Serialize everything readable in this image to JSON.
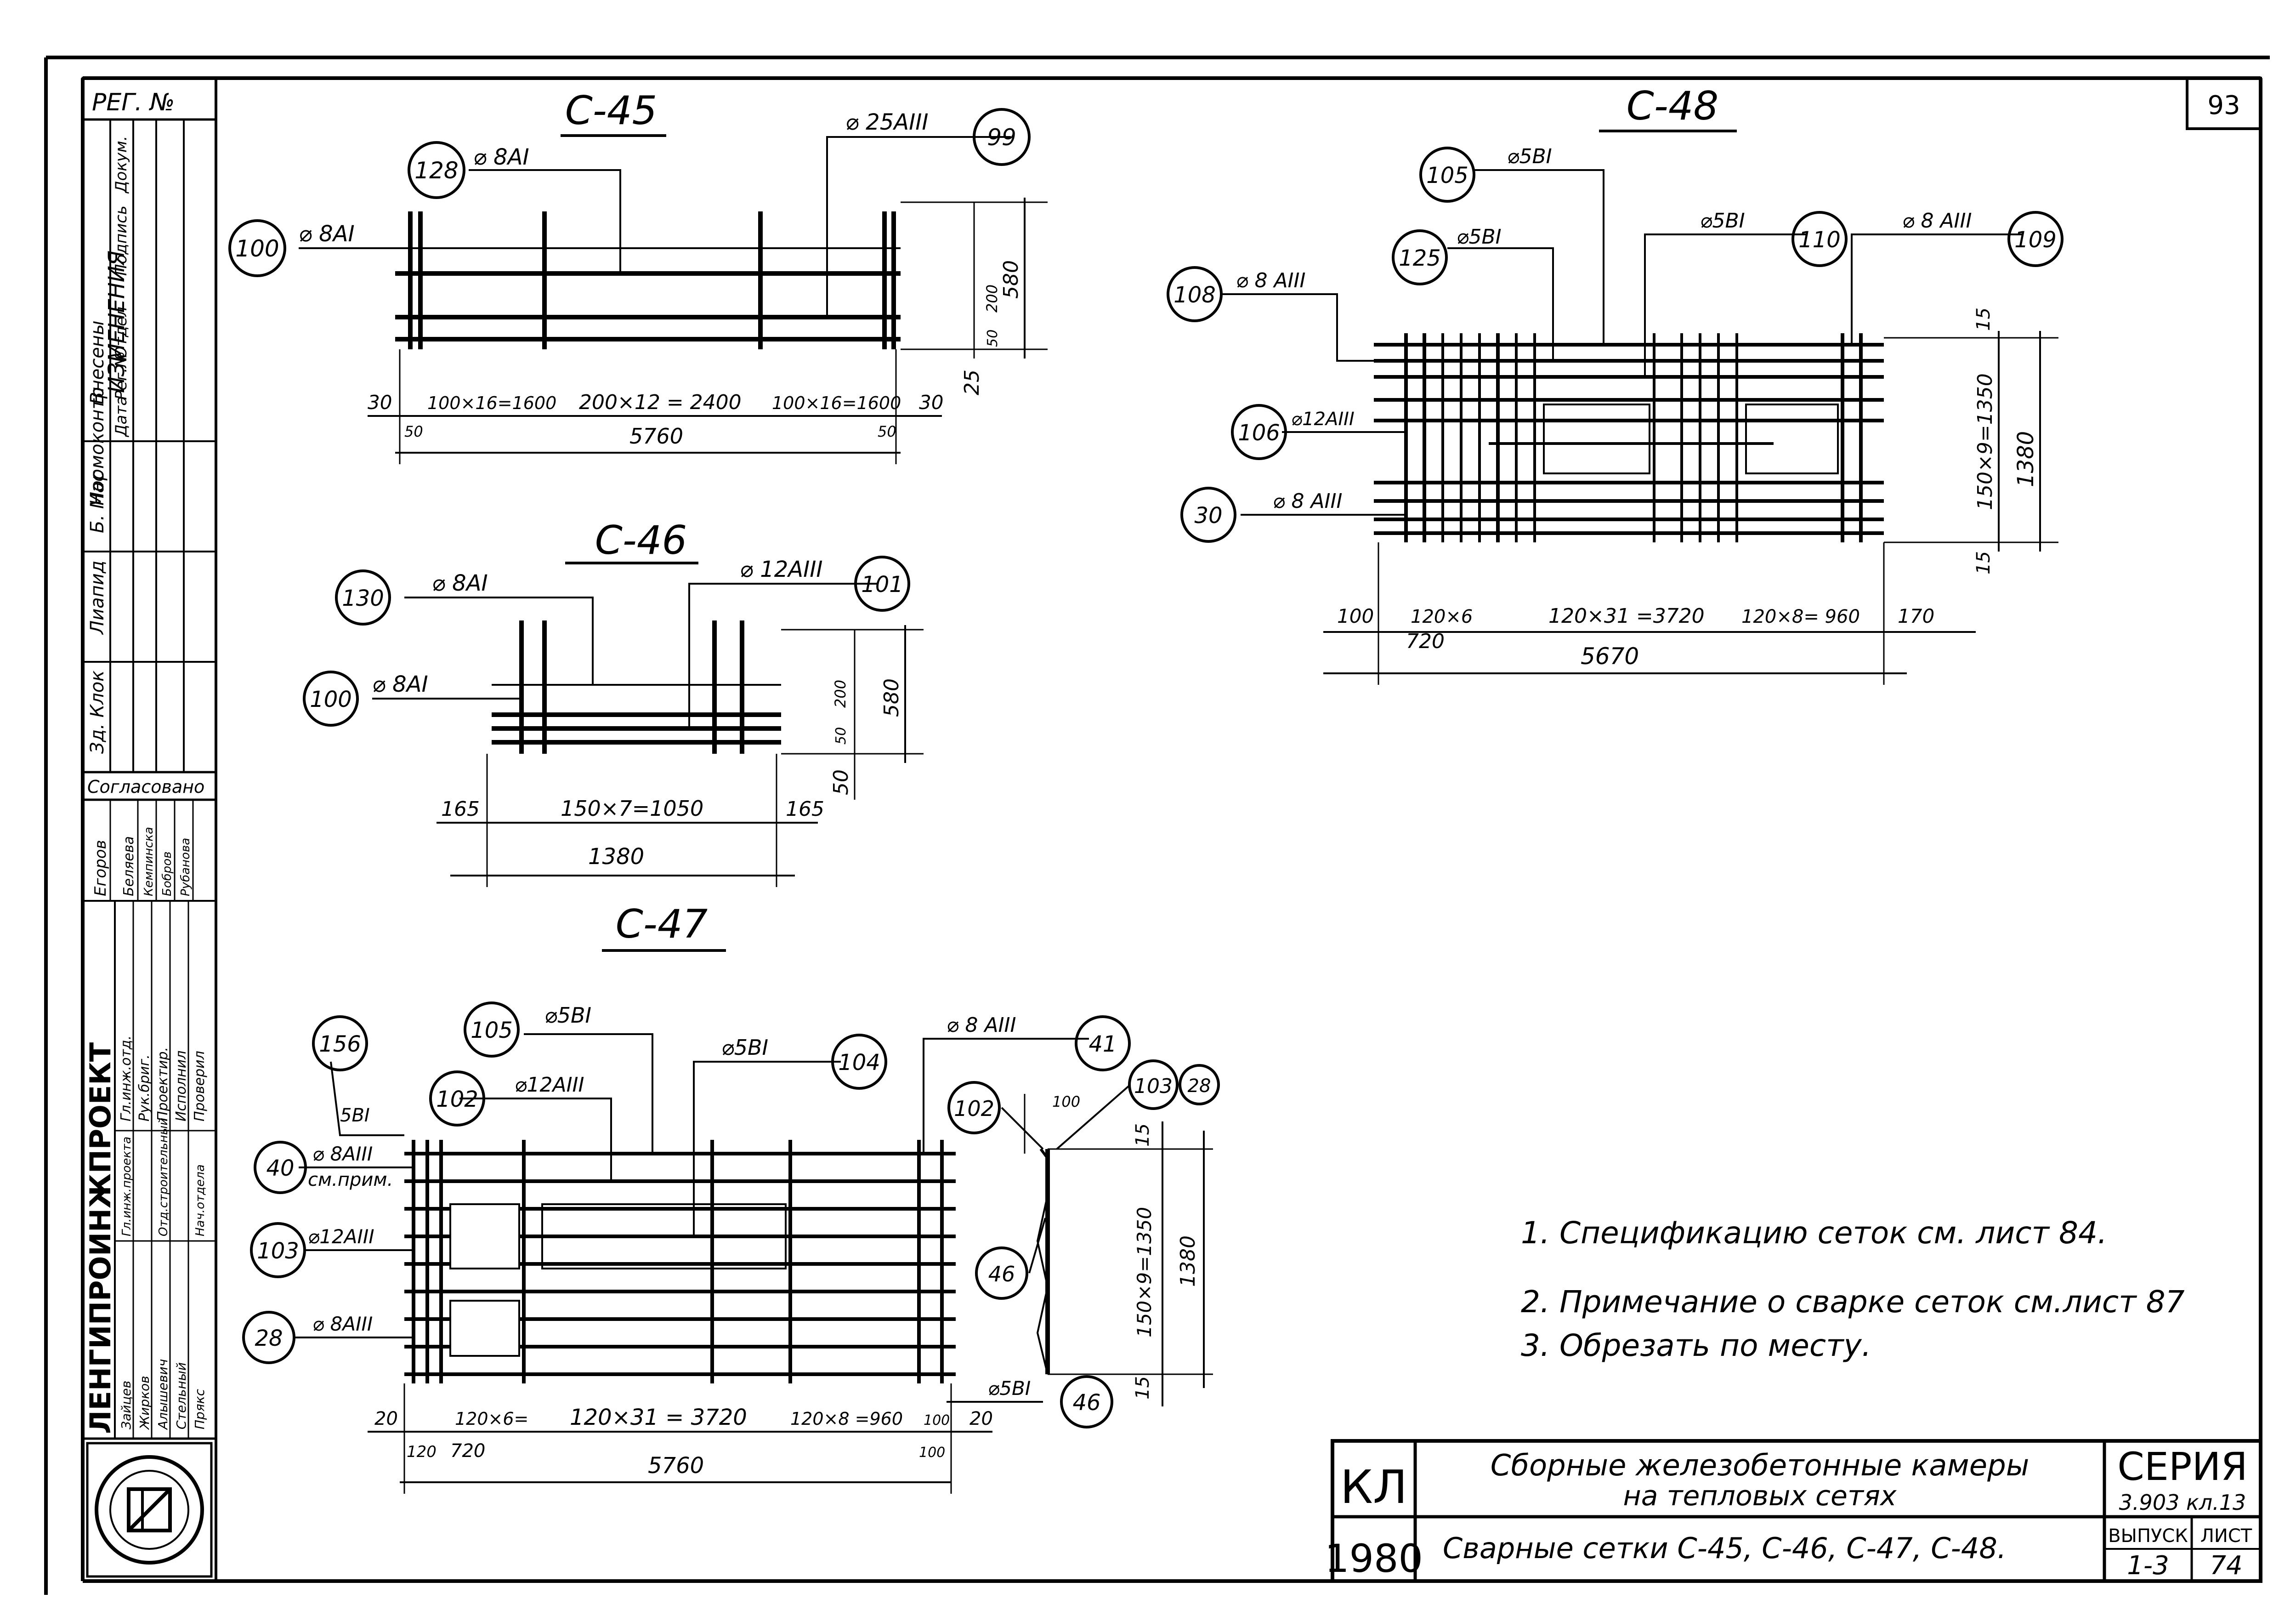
{
  "page_number": "93",
  "sheet": {
    "reg_label": "РЕГ. №",
    "changes_header": "ИЗМЕНЕНИЯ",
    "changes_sub": [
      "Внесены",
      "Нормоконтр"
    ],
    "changes_cols": [
      "Дата",
      "Рег.№",
      "Отдел",
      "Подпись",
      "Докум."
    ],
    "signature_entries": [
      "Зд. Клок",
      "Лиапид",
      "Б. Мас"
    ],
    "agreed_label": "Согласовано",
    "agreed_names": [
      "Егоров",
      "Беляева",
      "Кемпинска",
      "Бобров",
      "Рубанова"
    ],
    "org_name": "ЛЕНГИПРОИНЖПРОЕКТ",
    "roles": [
      "Гл.инж.отд.",
      "Рук.бриг.",
      "Проектир.",
      "Исполнил",
      "Проверил"
    ],
    "role_names": [
      "Зайцев",
      "Жирков",
      "Алышевич",
      "Стельный",
      "Прякс"
    ],
    "side_roles": [
      "Гл.инж.проекта",
      "Отд.строительный",
      "Нач.отдела"
    ]
  },
  "drawings": {
    "c45": {
      "title": "С-45",
      "bar_marks": [
        {
          "num": "100",
          "label": "⌀ 8АI"
        },
        {
          "num": "128",
          "label": "⌀ 8АI"
        },
        {
          "num": "99",
          "label": "⌀ 25АIII"
        }
      ],
      "dims_bottom": [
        "30",
        "100×16=1600",
        "200×12 = 2400",
        "100×16=1600",
        "30",
        "50",
        "50",
        "5760"
      ],
      "dims_right": [
        "200",
        "580",
        "25",
        "50"
      ]
    },
    "c46": {
      "title": "С-46",
      "bar_marks": [
        {
          "num": "130",
          "label": "⌀ 8АI"
        },
        {
          "num": "100",
          "label": "⌀ 8АI"
        },
        {
          "num": "101",
          "label": "⌀ 12АIII"
        }
      ],
      "dims_bottom": [
        "165",
        "150×7=1050",
        "165",
        "1380"
      ],
      "dims_right": [
        "200",
        "580",
        "50",
        "50"
      ]
    },
    "c47": {
      "title": "С-47",
      "bar_marks": [
        {
          "num": "156",
          "label": "5BI"
        },
        {
          "num": "105",
          "label": "⌀5BI"
        },
        {
          "num": "102",
          "label": "⌀12АIII"
        },
        {
          "num": "104",
          "label": "⌀5BI"
        },
        {
          "num": "41",
          "label": "⌀ 8 АIII"
        },
        {
          "num": "40",
          "label": "⌀ 8АIII"
        },
        {
          "num": "103",
          "label": "⌀12АIII"
        },
        {
          "num": "28",
          "label": "⌀ 8АIII"
        },
        {
          "num": "46",
          "label": "⌀5BI"
        }
      ],
      "note_label": "см.прим.",
      "section_marks": [
        "102",
        "103",
        "28",
        "46"
      ],
      "dims_bottom": [
        "20",
        "120×6=",
        "120×31 = 3720",
        "120×8 =960",
        "100",
        "20",
        "120",
        "720",
        "100",
        "5760"
      ],
      "dims_section": [
        "100",
        "15",
        "150×9=1350",
        "1380",
        "15"
      ]
    },
    "c48": {
      "title": "С-48",
      "bar_marks": [
        {
          "num": "105",
          "label": "⌀5BI"
        },
        {
          "num": "125",
          "label": "⌀5BI"
        },
        {
          "num": "108",
          "label": "⌀ 8 АIII"
        },
        {
          "num": "110",
          "label": "⌀5BI"
        },
        {
          "num": "109",
          "label": "⌀ 8 АIII"
        },
        {
          "num": "106",
          "label": "⌀12АIII"
        },
        {
          "num": "30",
          "label": "⌀ 8 АIII"
        }
      ],
      "dims_bottom": [
        "100",
        "120×6",
        "120×31 =3720",
        "120×8= 960",
        "170",
        "720",
        "5670"
      ],
      "dims_right": [
        "15",
        "150×9=1350",
        "1380",
        "15"
      ]
    }
  },
  "notes": [
    "1. Спецификацию сеток см. лист 84.",
    "2. Примечание о сварке сеток см.лист 87",
    "3. Обрезать по месту."
  ],
  "title_block": {
    "code": "КЛ",
    "year": "1980",
    "title_line1": "Сборные железобетонные камеры",
    "title_line2": "на тепловых сетях",
    "subtitle": "Сварные сетки С-45, С-46, С-47, С-48.",
    "series_label": "СЕРИЯ",
    "series_value": "3.903 кл.13",
    "issue_label": "ВЫПУСК",
    "issue_value": "1-3",
    "sheet_label": "ЛИСТ",
    "sheet_value": "74"
  }
}
